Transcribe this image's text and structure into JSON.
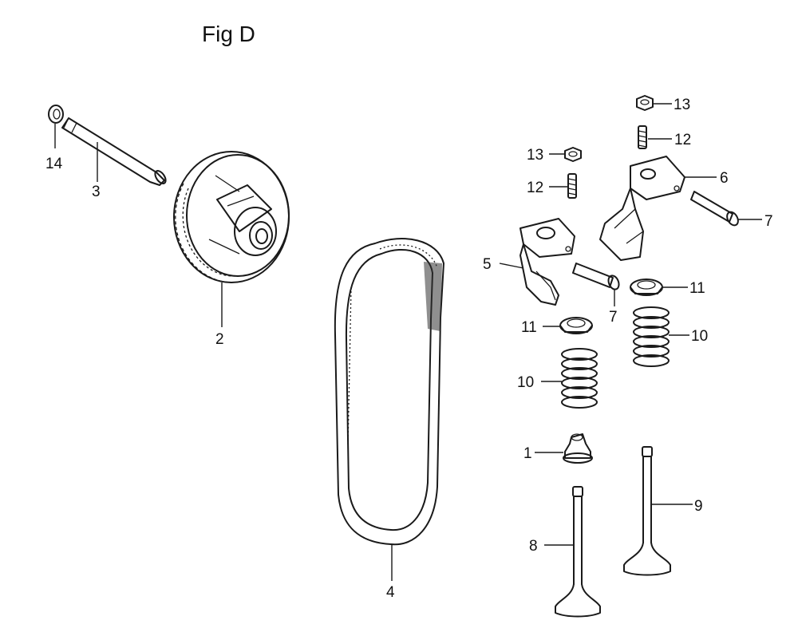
{
  "title": "Fig D",
  "callouts": [
    "14",
    "3",
    "2",
    "4",
    "5",
    "6",
    "7",
    "7",
    "8",
    "9",
    "10",
    "10",
    "11",
    "11",
    "12",
    "12",
    "13",
    "13",
    "1"
  ],
  "parts": [
    {
      "id": "1",
      "icon": "valve-stem-seal-icon"
    },
    {
      "id": "2",
      "icon": "timing-pulley-icon"
    },
    {
      "id": "3",
      "icon": "shaft-icon"
    },
    {
      "id": "4",
      "icon": "timing-belt-icon"
    },
    {
      "id": "5",
      "icon": "rocker-arm-icon"
    },
    {
      "id": "6",
      "icon": "rocker-arm-icon"
    },
    {
      "id": "7",
      "icon": "rocker-shaft-icon"
    },
    {
      "id": "8",
      "icon": "intake-valve-icon"
    },
    {
      "id": "9",
      "icon": "exhaust-valve-icon"
    },
    {
      "id": "10",
      "icon": "valve-spring-icon"
    },
    {
      "id": "11",
      "icon": "spring-retainer-icon"
    },
    {
      "id": "12",
      "icon": "adjusting-screw-icon"
    },
    {
      "id": "13",
      "icon": "lock-nut-icon"
    },
    {
      "id": "14",
      "icon": "washer-icon"
    }
  ]
}
